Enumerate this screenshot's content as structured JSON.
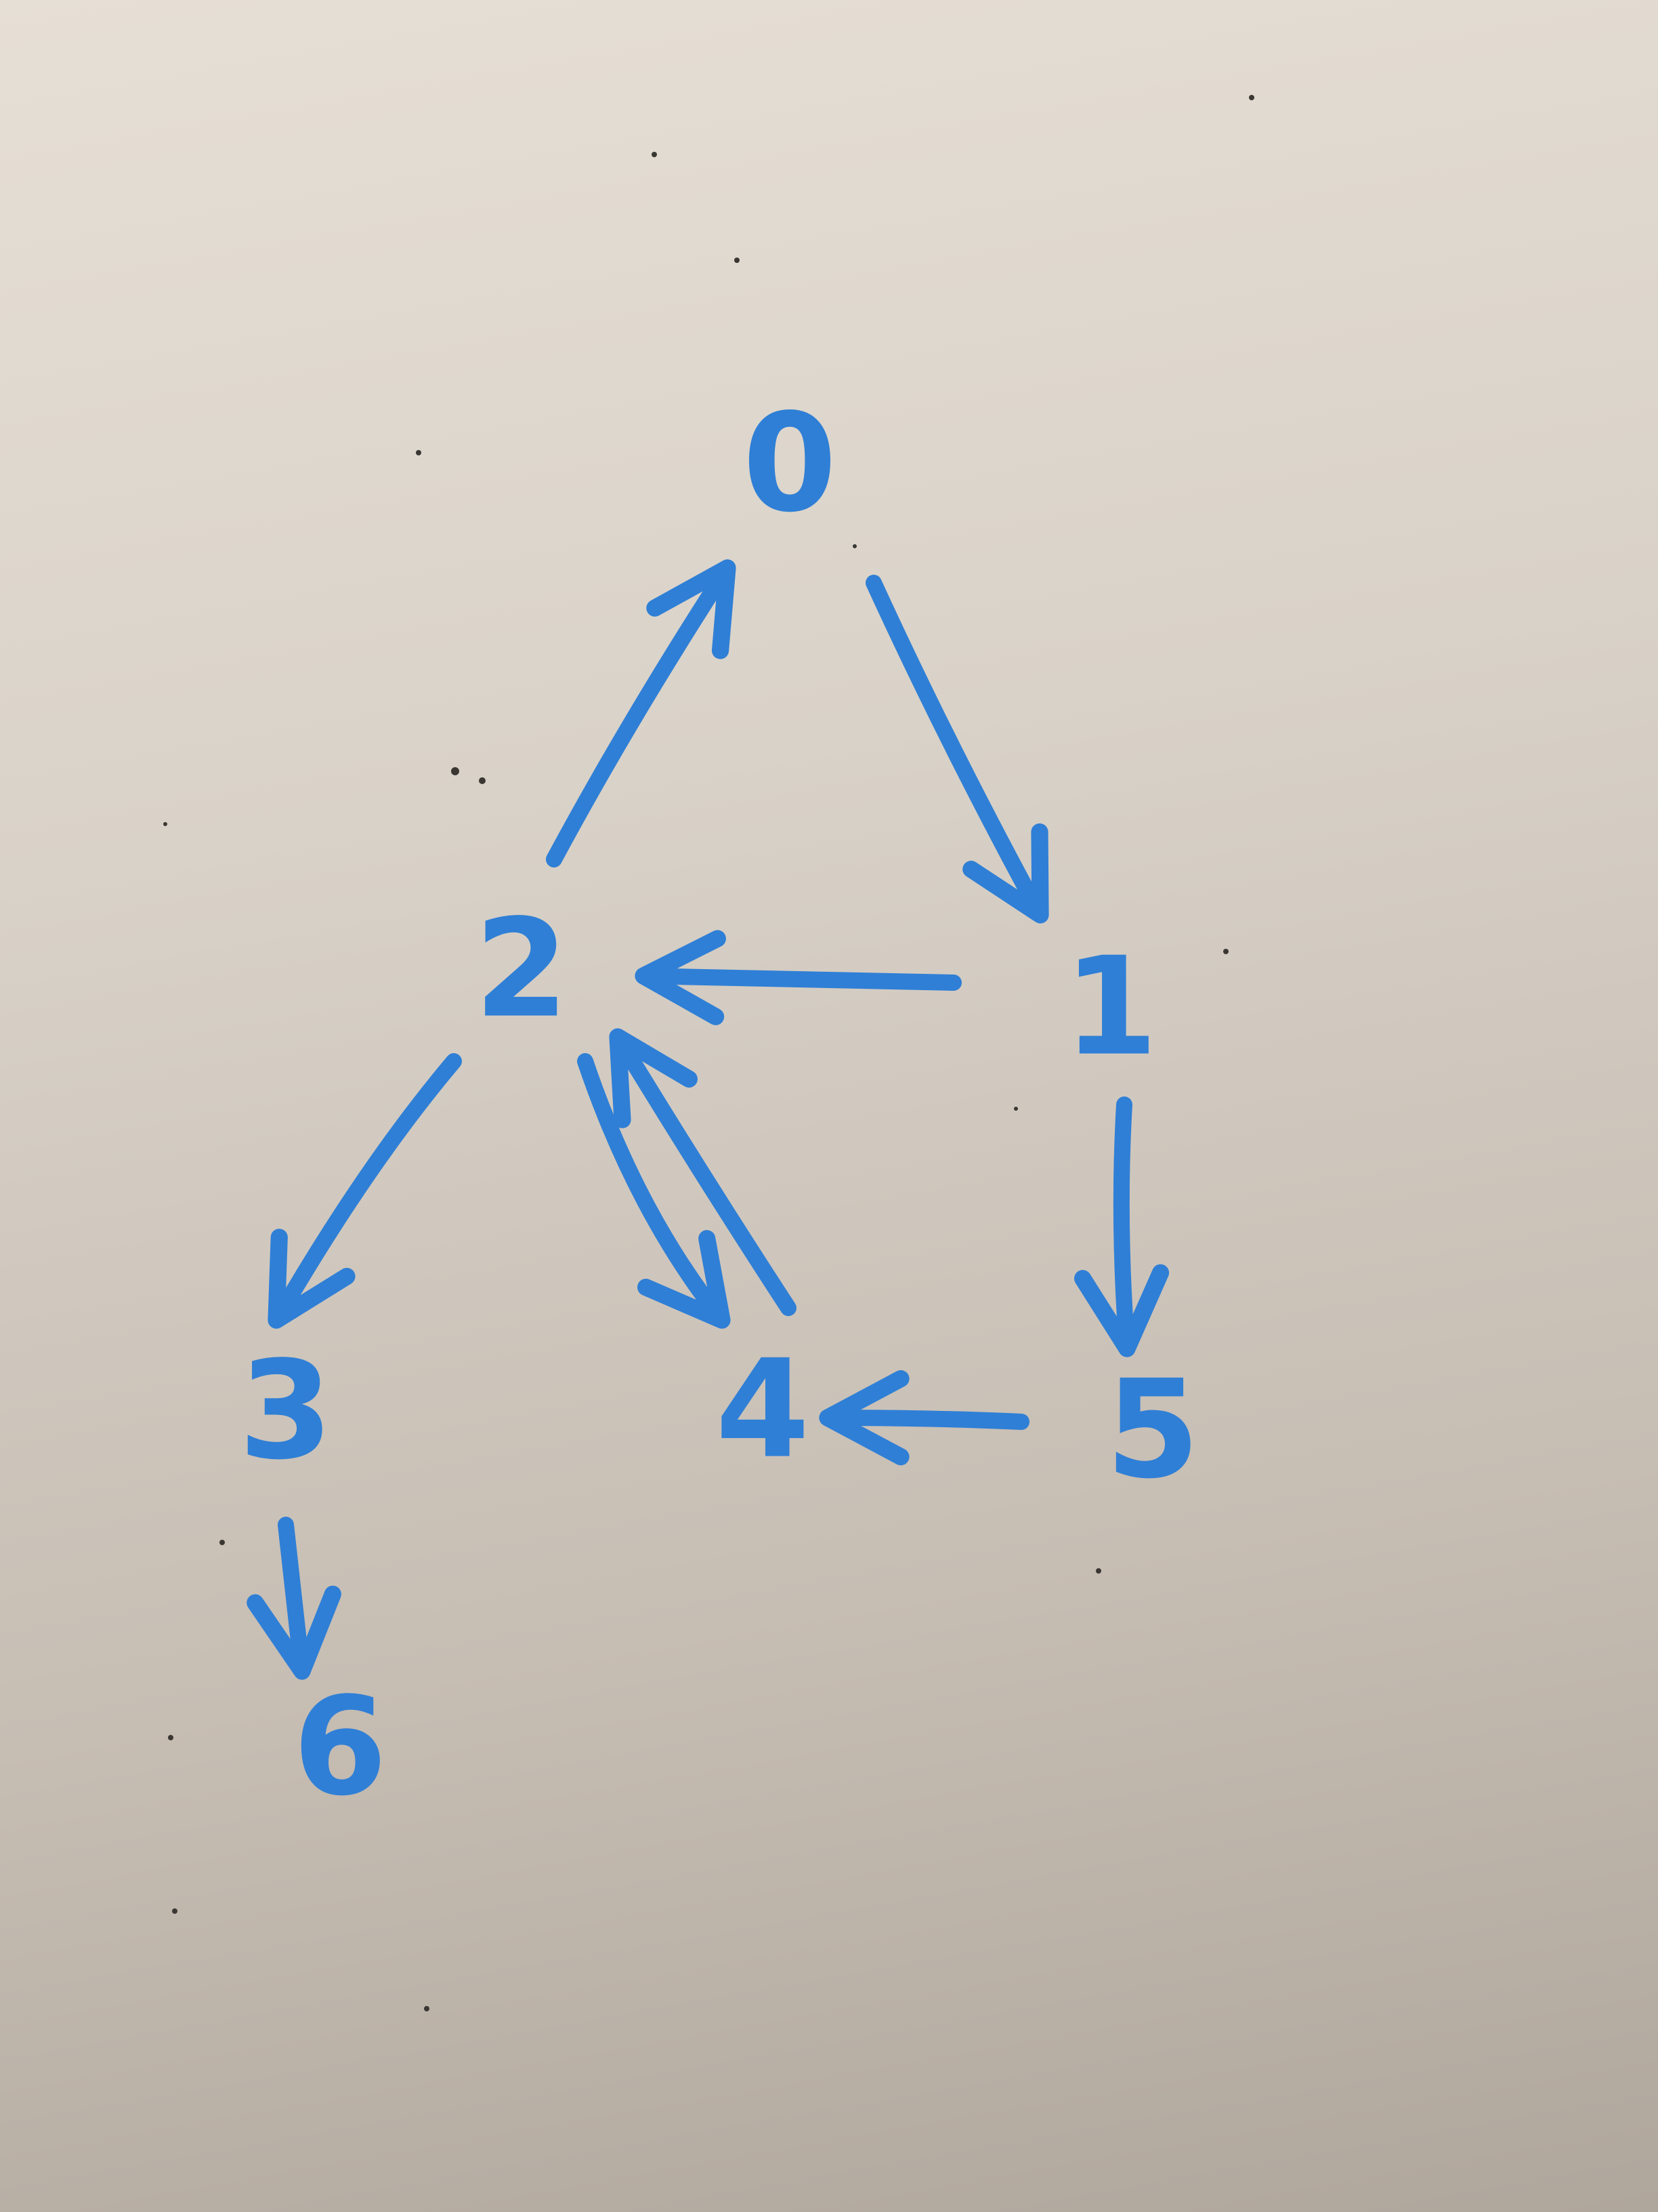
{
  "diagram": {
    "type": "directed-graph",
    "ink_color": "#2f7fd6",
    "nodes": [
      {
        "id": "n0",
        "label": "0"
      },
      {
        "id": "n1",
        "label": "1"
      },
      {
        "id": "n2",
        "label": "2"
      },
      {
        "id": "n3",
        "label": "3"
      },
      {
        "id": "n4",
        "label": "4"
      },
      {
        "id": "n5",
        "label": "5"
      },
      {
        "id": "n6",
        "label": "6"
      }
    ],
    "edges": [
      {
        "from": "2",
        "to": "0"
      },
      {
        "from": "0",
        "to": "1"
      },
      {
        "from": "1",
        "to": "2"
      },
      {
        "from": "1",
        "to": "5"
      },
      {
        "from": "2",
        "to": "3"
      },
      {
        "from": "2",
        "to": "4"
      },
      {
        "from": "4",
        "to": "2"
      },
      {
        "from": "5",
        "to": "4"
      },
      {
        "from": "3",
        "to": "6"
      }
    ]
  }
}
